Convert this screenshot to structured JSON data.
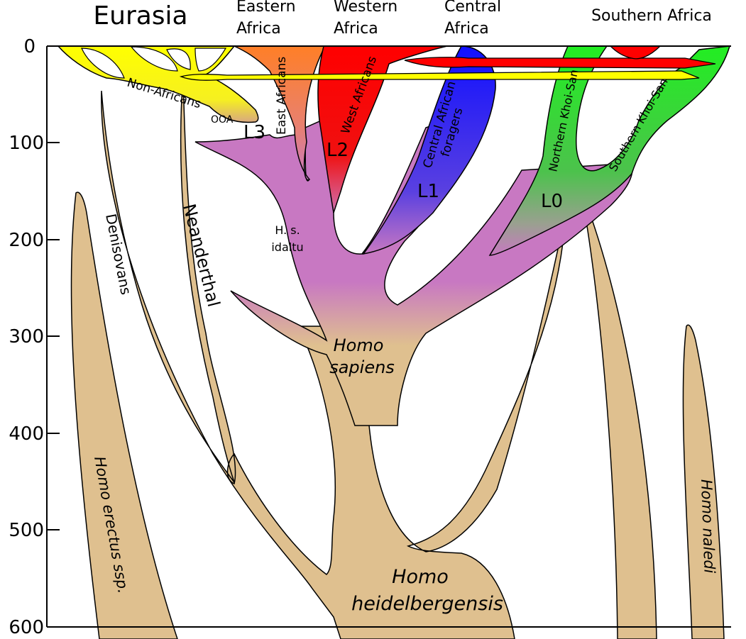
{
  "header": {
    "regions": [
      "Eurasia",
      "Eastern",
      "Africa",
      "Western",
      "Africa",
      "Central",
      "Africa",
      "Southern Africa"
    ]
  },
  "axis": {
    "ticks": [
      "0",
      "100",
      "200",
      "300",
      "400",
      "500",
      "600"
    ]
  },
  "lineages": {
    "non_africans": "Non-Africans",
    "ooa": "OOA",
    "l3": "L3",
    "east_africans": "East Africans",
    "l2": "L2",
    "west_africans": "West Africans",
    "l1": "L1",
    "central_foragers_1": "Central African",
    "central_foragers_2": "foragers",
    "l0": "L0",
    "northern_khoisan": "Northern Khoi-San",
    "southern_khoisan": "Southern Khoi-San",
    "idaltu_1": "H. s.",
    "idaltu_2": "idaltu",
    "sapiens_1": "Homo",
    "sapiens_2": "sapiens",
    "heidelbergensis_1": "Homo",
    "heidelbergensis_2": "heidelbergensis",
    "denisovans": "Denisovans",
    "neanderthal": "Neanderthal",
    "erectus": "Homo erectus ssp.",
    "naledi": "Homo naledi"
  },
  "colors": {
    "archaic": "#dfc08f",
    "sapiens": "#c878c2",
    "eurasia": "#ffff00",
    "east": "#ff8020",
    "west": "#ff0000",
    "central": "#2020ff",
    "southern": "#20dd20"
  }
}
